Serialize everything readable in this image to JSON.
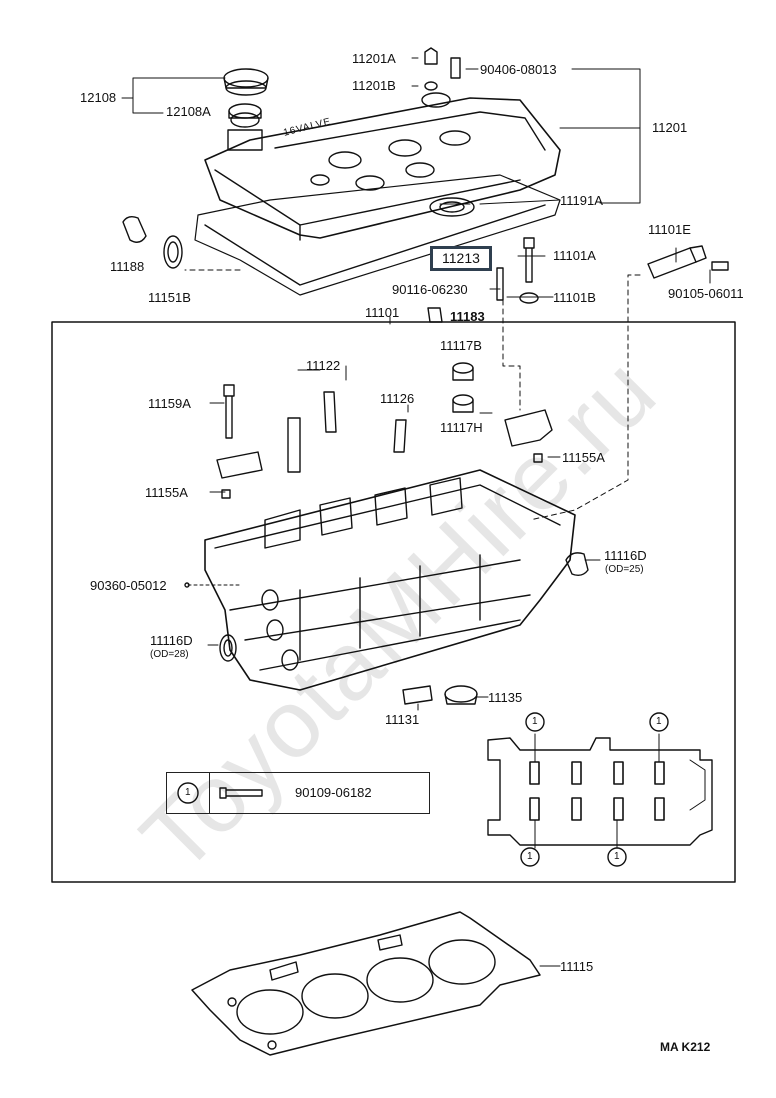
{
  "watermark": "ToyotaMHire.ru",
  "highlighted_part": "11213",
  "labels": {
    "p12108": "12108",
    "p12108A": "12108A",
    "p11201A": "11201A",
    "p11201B": "11201B",
    "p90406": "90406-08013",
    "p11201": "11201",
    "p11191A": "11191A",
    "p11188": "11188",
    "p11151B": "11151B",
    "p11101A": "11101A",
    "p11101E": "11101E",
    "p90116": "90116-06230",
    "p11101B": "11101B",
    "p90105": "90105-06011",
    "p11183": "11183",
    "p11101": "11101",
    "p11122": "11122",
    "p11117B": "11117B",
    "p11159A": "11159A",
    "p11126": "11126",
    "p11117H": "11117H",
    "p11155A_r": "11155A",
    "p11155A_l": "11155A",
    "p11116D_r": "11116D",
    "od25": "(OD=25)",
    "p90360": "90360-05012",
    "p11116D_l": "11116D",
    "od28": "(OD=28)",
    "p11135": "11135",
    "p11131": "11131",
    "legend_part": "90109-06182",
    "p11115": "11115",
    "diagram_code": "MA  K212",
    "circle_one": "1",
    "cover_text": "16VALVE"
  }
}
